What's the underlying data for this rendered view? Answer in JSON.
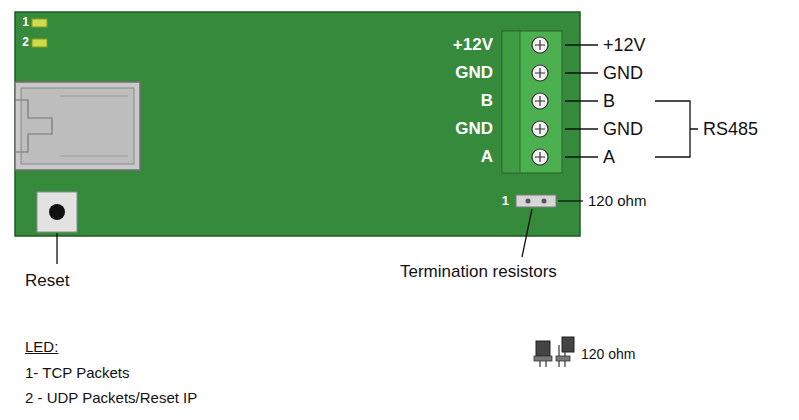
{
  "diagram": {
    "labels": [
      "1",
      "2",
      "+12V",
      "+12V",
      "GND",
      "GND",
      "B",
      "B",
      "GND",
      "GND",
      "RS485",
      "A",
      "A",
      "1",
      "120 ohm",
      "Reset",
      "Termination resistors",
      "LED:",
      "1- TCP Packets",
      "2 - UDP Packets/Reset IP",
      "120 ohm"
    ]
  }
}
